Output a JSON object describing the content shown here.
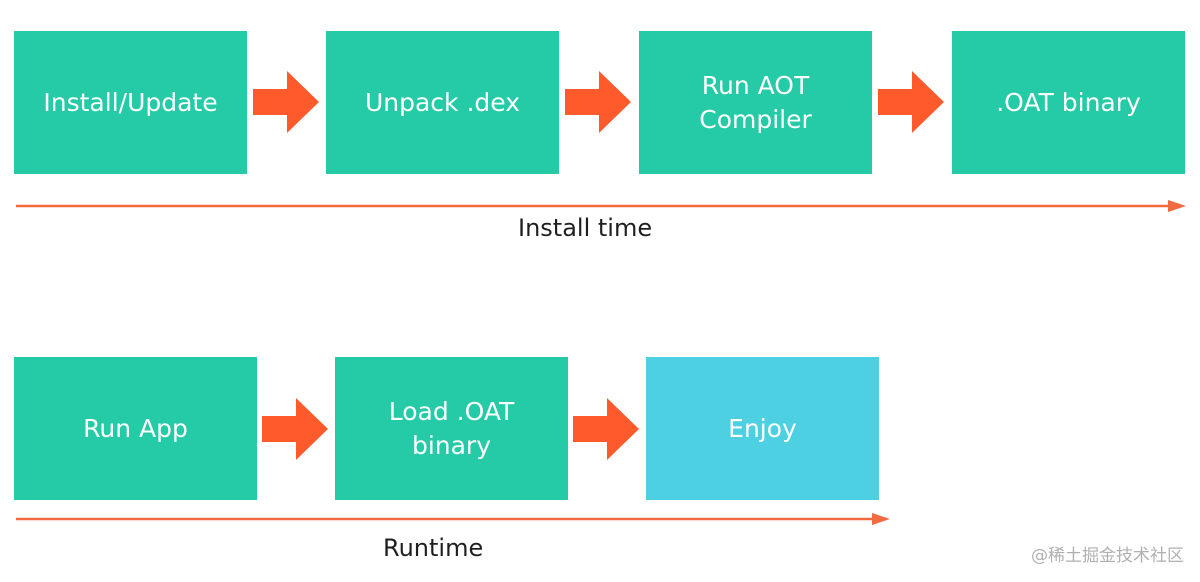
{
  "install_row": {
    "steps": [
      {
        "label": "Install/Update"
      },
      {
        "label": "Unpack .dex"
      },
      {
        "label": "Run AOT\nCompiler"
      },
      {
        "label": ".OAT binary"
      }
    ],
    "timeline_label": "Install time"
  },
  "runtime_row": {
    "steps": [
      {
        "label": "Run App"
      },
      {
        "label": "Load .OAT\nbinary"
      },
      {
        "label": "Enjoy"
      }
    ],
    "timeline_label": "Runtime"
  },
  "colors": {
    "step_green": "#25CBA6",
    "step_final_cyan": "#4CD0E2",
    "arrow_orange": "#FF5A2B",
    "timeline_orange": "#F26A3F"
  },
  "watermark": "@稀土掘金技术社区"
}
